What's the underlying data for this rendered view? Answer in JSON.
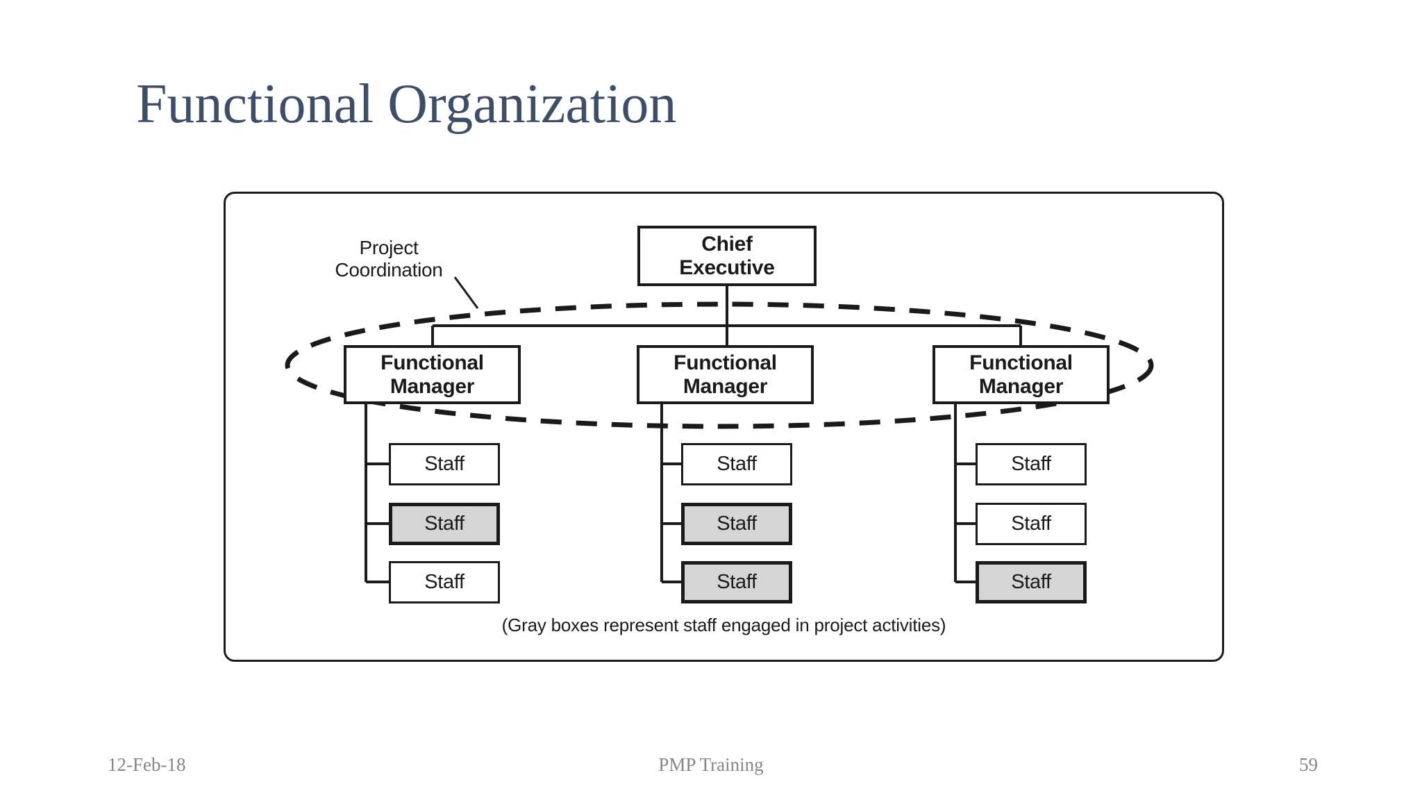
{
  "title": "Functional Organization",
  "diagram": {
    "project_coordination_lines": [
      "Project",
      "Coordination"
    ],
    "chief_executive_lines": [
      "Chief",
      "Executive"
    ],
    "columns": [
      {
        "manager_lines": [
          "Functional",
          "Manager"
        ],
        "staff": [
          {
            "label": "Staff",
            "gray": false
          },
          {
            "label": "Staff",
            "gray": true
          },
          {
            "label": "Staff",
            "gray": false
          }
        ]
      },
      {
        "manager_lines": [
          "Functional",
          "Manager"
        ],
        "staff": [
          {
            "label": "Staff",
            "gray": false
          },
          {
            "label": "Staff",
            "gray": true
          },
          {
            "label": "Staff",
            "gray": true
          }
        ]
      },
      {
        "manager_lines": [
          "Functional",
          "Manager"
        ],
        "staff": [
          {
            "label": "Staff",
            "gray": false
          },
          {
            "label": "Staff",
            "gray": false
          },
          {
            "label": "Staff",
            "gray": true
          }
        ]
      }
    ],
    "caption": "(Gray boxes represent staff engaged in project activities)"
  },
  "footer": {
    "date": "12-Feb-18",
    "center": "PMP Training",
    "page": "59"
  },
  "colors": {
    "accent_title": "#3e4d68",
    "diagram_ink": "#1a1a1a",
    "staff_gray_fill": "#d5d5d5",
    "footer_gray": "#85858a"
  }
}
